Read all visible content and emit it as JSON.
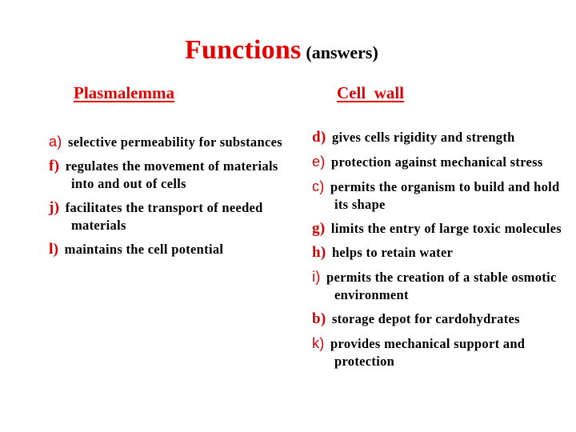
{
  "slide": {
    "title": "Functions",
    "title_suffix": "(answers)",
    "colors": {
      "accent": "#e00000",
      "text": "#000000",
      "background": "#ffffff"
    }
  },
  "columns": {
    "left": {
      "heading": "Plasmalemma",
      "items": [
        {
          "label": "a)",
          "text": "selective permeability for substances"
        },
        {
          "label": "f)",
          "text": "regulates the movement of materials into and out of cells"
        },
        {
          "label": "j)",
          "text": "facilitates the transport of needed materials"
        },
        {
          "label": "l)",
          "text": "maintains the cell potential"
        }
      ]
    },
    "right": {
      "heading": "Cell  wall",
      "items": [
        {
          "label": "d)",
          "text": "gives cells rigidity and strength"
        },
        {
          "label": "e)",
          "text": "protection against mechanical stress"
        },
        {
          "label": "c)",
          "text": " permits the organism to build and hold its shape"
        },
        {
          "label": "g)",
          "text": "limits the entry of large toxic molecules"
        },
        {
          "label": "h)",
          "text": "helps to retain water"
        },
        {
          "label": "i)",
          "text": "permits the creation of a stable osmotic environment"
        },
        {
          "label": "b)",
          "text": "storage depot for cardohydrates"
        },
        {
          "label": "k)",
          "text": "provides mechanical support and protection"
        }
      ]
    }
  }
}
